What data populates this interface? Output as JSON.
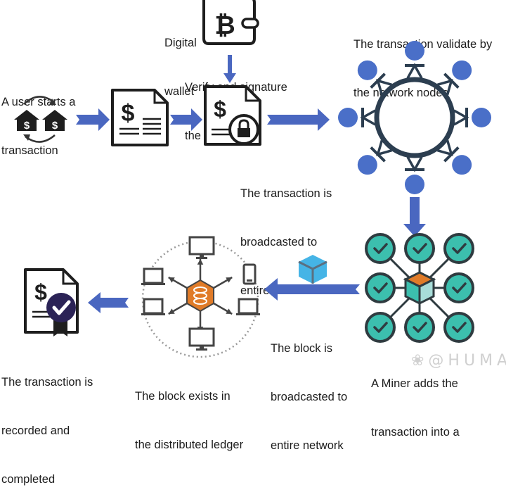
{
  "diagram": {
    "title": "Blockchain transaction flow",
    "colors": {
      "arrow": "#4a67c0",
      "node": "#4a6fc8",
      "ring": "#2c3e50",
      "icon_dark": "#1e1e1e",
      "teal": "#3cbfae",
      "teal_light": "#a8ddd9",
      "orange": "#e07b28",
      "cube_blue": "#45b4e6",
      "badge": "#2b2356"
    },
    "steps": [
      {
        "id": "user-start",
        "label_lines": [
          "A user starts a",
          "transaction"
        ],
        "icon": "bank-exchange-icon"
      },
      {
        "id": "invoice",
        "label_lines": [],
        "icon": "invoice-document-icon"
      },
      {
        "id": "wallet",
        "label_lines": [
          "Digital",
          "wallet"
        ],
        "icon": "bitcoin-wallet-icon"
      },
      {
        "id": "verify",
        "label_lines": [
          "Verify and signature",
          "the transaction"
        ],
        "icon": "locked-document-icon"
      },
      {
        "id": "broadcast-tx",
        "label_lines": [
          "The transaction is",
          "broadcasted to",
          "entire network"
        ],
        "icon": ""
      },
      {
        "id": "validate",
        "label_lines": [
          "The transaction validate by",
          "the network nodes"
        ],
        "icon": "network-ring-icon"
      },
      {
        "id": "miner",
        "label_lines": [
          "A Miner adds the",
          "transaction into a"
        ],
        "icon": "miner-block-icon"
      },
      {
        "id": "broadcast-block",
        "label_lines": [
          "The block is",
          "broadcasted to",
          "entire network"
        ],
        "icon": "block-cube-icon"
      },
      {
        "id": "ledger",
        "label_lines": [
          "The block exists in",
          "the distributed ledger"
        ],
        "icon": "distributed-ledger-icon"
      },
      {
        "id": "recorded",
        "label_lines": [
          "The transaction is",
          "recorded and",
          "completed"
        ],
        "icon": "certified-document-icon"
      }
    ],
    "watermark": "❀@HUMA"
  }
}
